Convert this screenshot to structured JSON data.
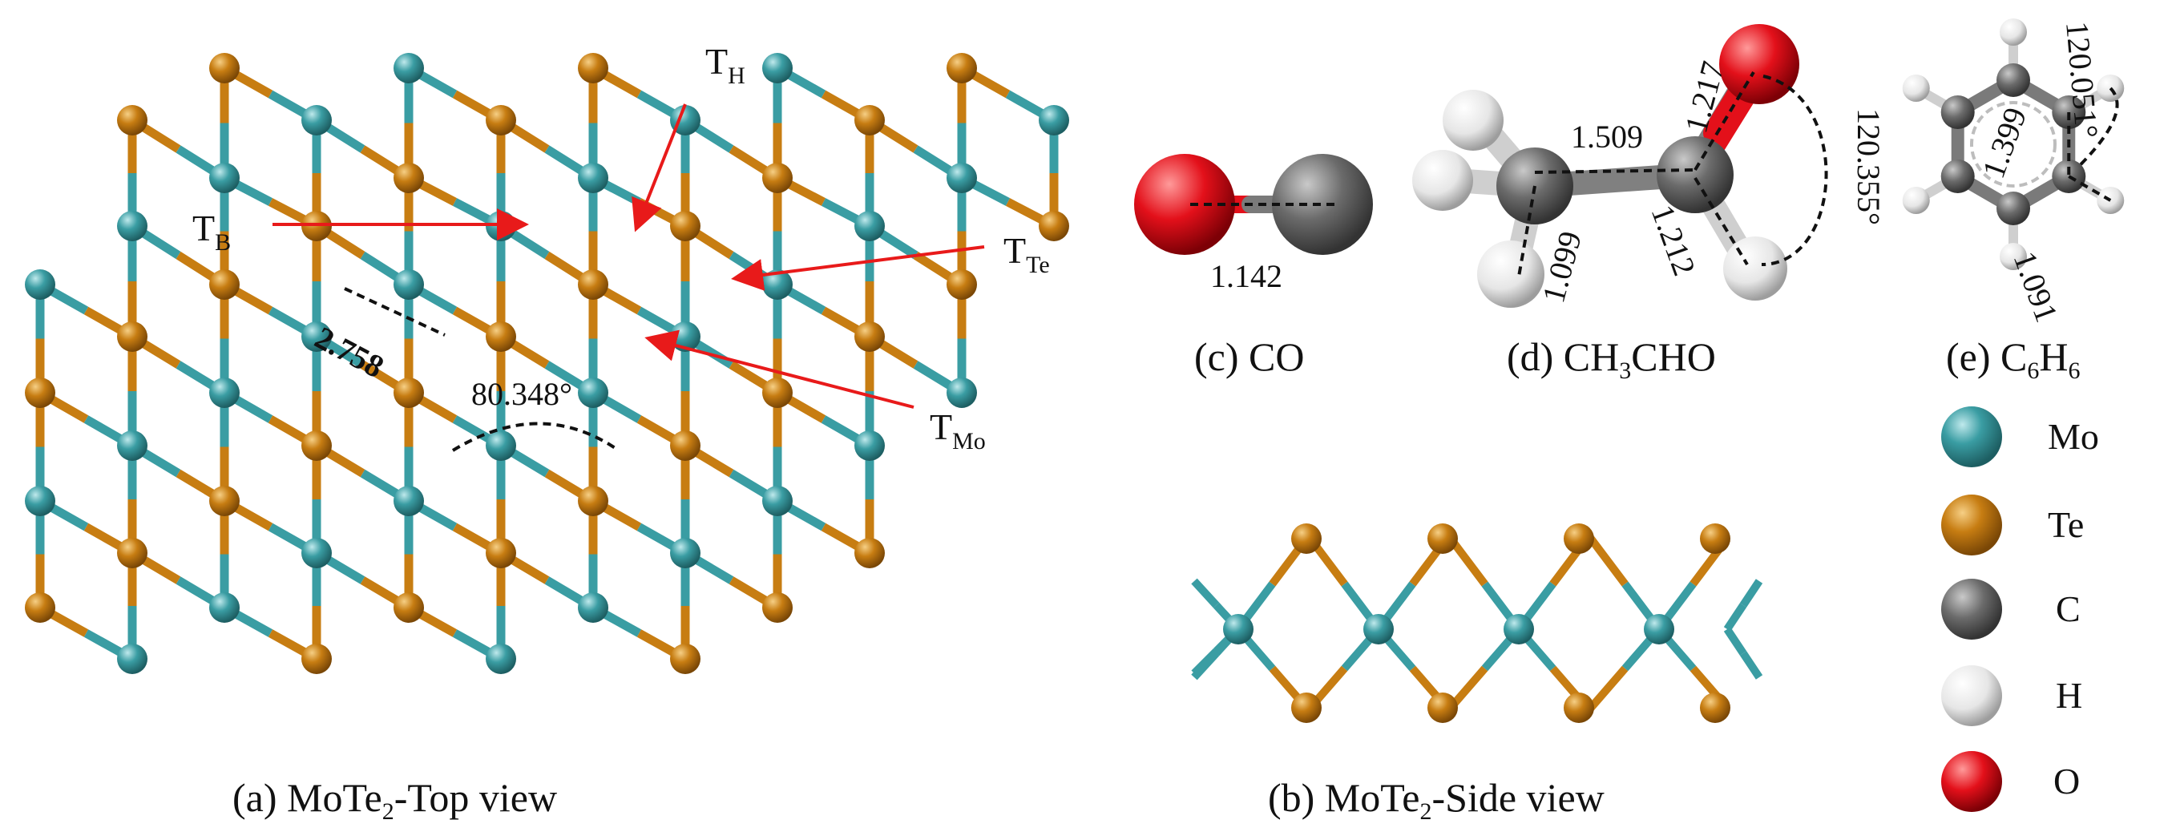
{
  "panels": {
    "a": {
      "caption_prefix": "(a) MoTe",
      "caption_sub": "2",
      "caption_suffix": "-Top view",
      "sites": {
        "TH": {
          "main": "T",
          "sub": "H"
        },
        "TB": {
          "main": "T",
          "sub": "B"
        },
        "TTe": {
          "main": "T",
          "sub": "Te"
        },
        "TMo": {
          "main": "T",
          "sub": "Mo"
        }
      },
      "bond_length": "2.758",
      "bond_angle": "80.348°"
    },
    "b": {
      "caption_prefix": "(b) MoTe",
      "caption_sub": "2",
      "caption_suffix": "-Side view"
    },
    "c": {
      "caption": "(c) CO",
      "bond_length": "1.142"
    },
    "d": {
      "caption_prefix": "(d) CH",
      "caption_sub": "3",
      "caption_suffix": "CHO",
      "cc_length": "1.509",
      "co_length": "1.217",
      "ch_methyl_length": "1.099",
      "ch_aldehyde_length": "1.212",
      "angle": "120.355°"
    },
    "e": {
      "caption_prefix": "(e) C",
      "caption_sub1": "6",
      "caption_mid": "H",
      "caption_sub2": "6",
      "cc_length": "1.399",
      "ch_length": "1.091",
      "angle": "120.051°"
    }
  },
  "legend": [
    {
      "label": "Mo",
      "color": "#3a9da3"
    },
    {
      "label": "Te",
      "color": "#c77d12"
    },
    {
      "label": "C",
      "color": "#6b6b6b"
    },
    {
      "label": "H",
      "color": "#e8e8e8"
    },
    {
      "label": "O",
      "color": "#e3101a"
    }
  ],
  "colors": {
    "mo": "#3a9da3",
    "te": "#c77d12",
    "arrow": "#e81a1a",
    "measure": "#111111"
  }
}
